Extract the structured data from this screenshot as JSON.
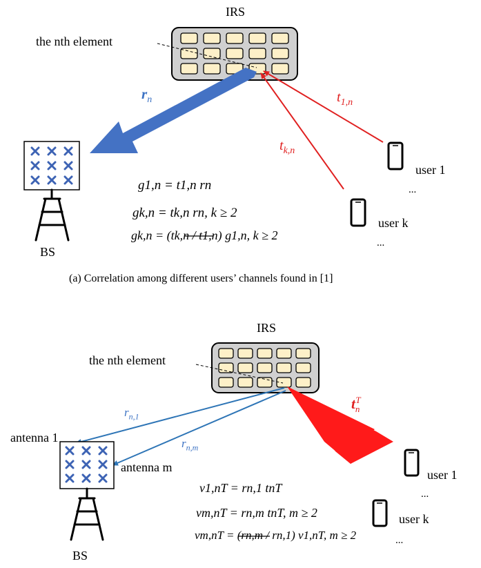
{
  "panel_a": {
    "irs_label": "IRS",
    "element_label": "the nth element",
    "r_label": "r",
    "r_sub": "n",
    "t1_label": "t",
    "t1_sub": "1,n",
    "tk_label": "t",
    "tk_sub": "k,n",
    "user1_label": "user 1",
    "userk_label": "user k",
    "dots1": "...",
    "dots2": "...",
    "bs_label": "BS",
    "eq1": "g1,n = t1,n rn",
    "eq2": "gk,n = tk,n rn, k ≥ 2",
    "eq3": "gk,n = (tk,n / t1,n) g1,n, k ≥ 2",
    "caption": "(a) Correlation among different users’ channels found in [1]"
  },
  "panel_b": {
    "irs_label": "IRS",
    "element_label": "the nth element",
    "tT_label": "t",
    "tT_sub": "n",
    "tT_sup": "T",
    "rn1_label": "r",
    "rn1_sub": "n,1",
    "rnm_label": "r",
    "rnm_sub": "n,m",
    "antenna1_label": "antenna 1",
    "antennam_label": "antenna m",
    "user1_label": "user 1",
    "userk_label": "user k",
    "dots1": "...",
    "dots2": "...",
    "bs_label": "BS",
    "eq1": "v1,nT = rn,1 tnT",
    "eq2": "vm,nT = rn,m tnT, m ≥ 2",
    "eq3": "vm,nT = (rn,m / rn,1) v1,nT, m ≥ 2"
  },
  "colors": {
    "red": "#e02020",
    "blue": "#3d73c4",
    "irs_fill": "#d0d0d0",
    "element_fill": "#fdf0c8"
  }
}
